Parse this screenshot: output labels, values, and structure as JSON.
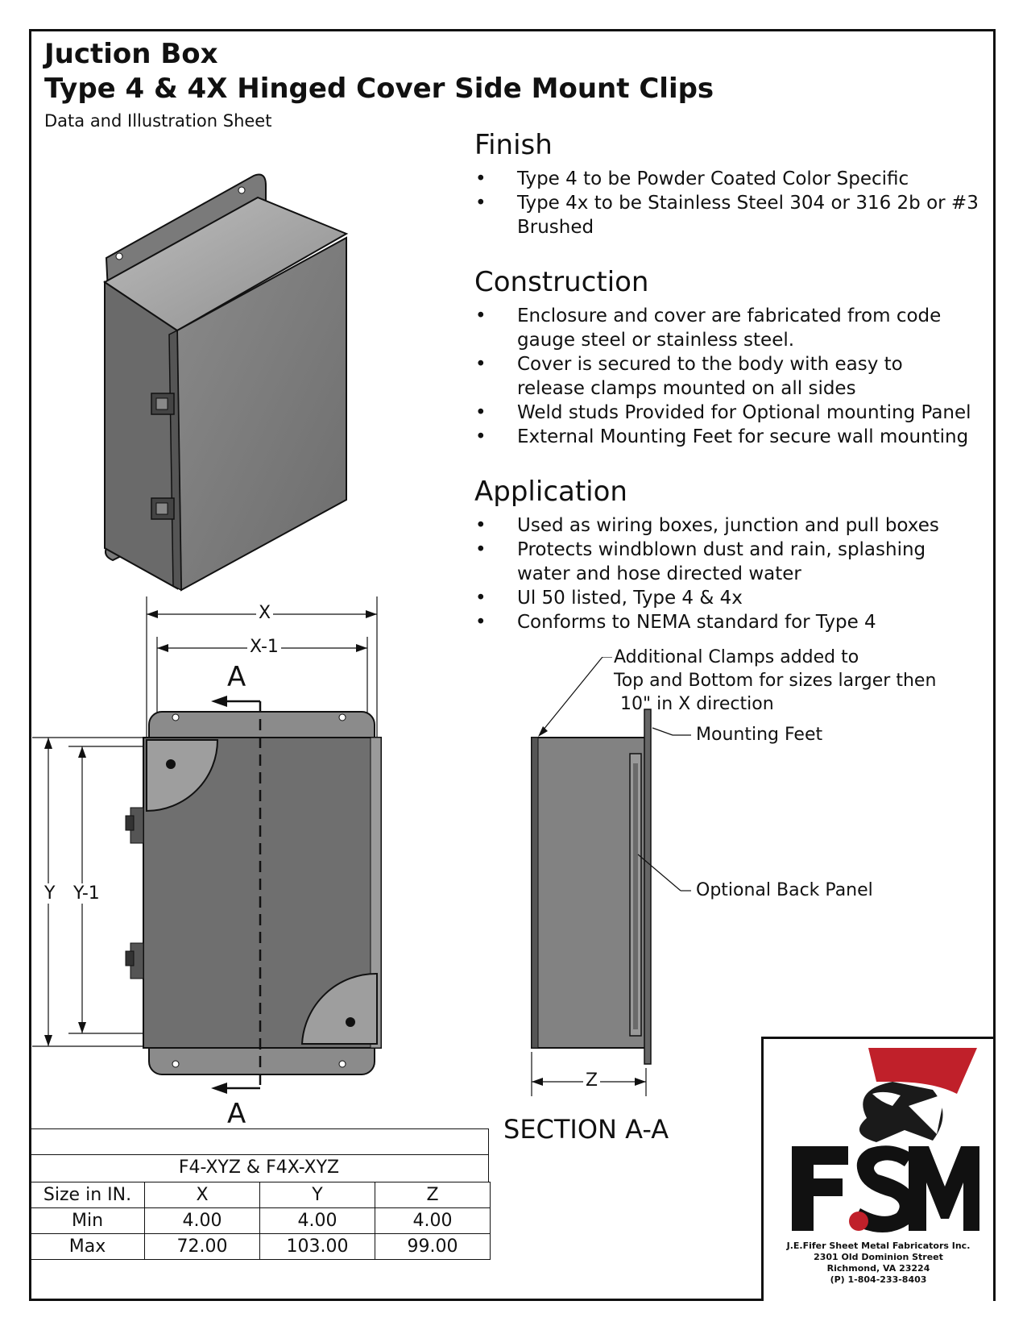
{
  "header": {
    "title_line1": "Juction Box",
    "title_line2": "Type 4 & 4X Hinged Cover Side Mount Clips",
    "subtitle": "Data and Illustration Sheet"
  },
  "finish": {
    "heading": "Finish",
    "items": [
      "Type 4 to be Powder Coated Color Specific",
      "Type 4x to be Stainless Steel 304 or 316 2b or #3 Brushed"
    ]
  },
  "construction": {
    "heading": "Construction",
    "items": [
      "Enclosure and cover are fabricated from code gauge steel or stainless steel.",
      "Cover is secured to the body with easy to release clamps mounted on all sides",
      "Weld studs Provided for Optional mounting Panel",
      "External Mounting Feet for secure wall mounting"
    ]
  },
  "application": {
    "heading": "Application",
    "items": [
      "Used as wiring boxes, junction and pull boxes",
      "Protects windblown dust and rain, splashing water and hose directed water",
      "Ul 50 listed, Type 4 & 4x",
      "Conforms to NEMA standard for Type 4"
    ]
  },
  "drawing": {
    "dim_x": "X",
    "dim_x1": "X-1",
    "dim_y": "Y",
    "dim_y1": "Y-1",
    "dim_z": "Z",
    "section_mark_top": "A",
    "section_mark_bottom": "A",
    "section_title": "SECTION A-A",
    "callout_clamps_l1": "Additional Clamps added to",
    "callout_clamps_l2": "Top and Bottom for sizes larger then",
    "callout_clamps_l3": "10\" in X direction",
    "callout_feet": "Mounting Feet",
    "callout_panel": "Optional Back Panel"
  },
  "size_table": {
    "model": "F4-XYZ & F4X-XYZ",
    "headers": [
      "Size in IN.",
      "X",
      "Y",
      "Z"
    ],
    "rows": [
      [
        "Min",
        "4.00",
        "4.00",
        "4.00"
      ],
      [
        "Max",
        "72.00",
        "103.00",
        "99.00"
      ]
    ]
  },
  "logo": {
    "mark": "FSM",
    "company": "J.E.Fifer Sheet Metal Fabricators Inc.",
    "street": "2301 Old Dominion Street",
    "city": "Richmond, VA 23224",
    "phone": "(P)  1-804-233-8403",
    "red": "#c0202a"
  }
}
